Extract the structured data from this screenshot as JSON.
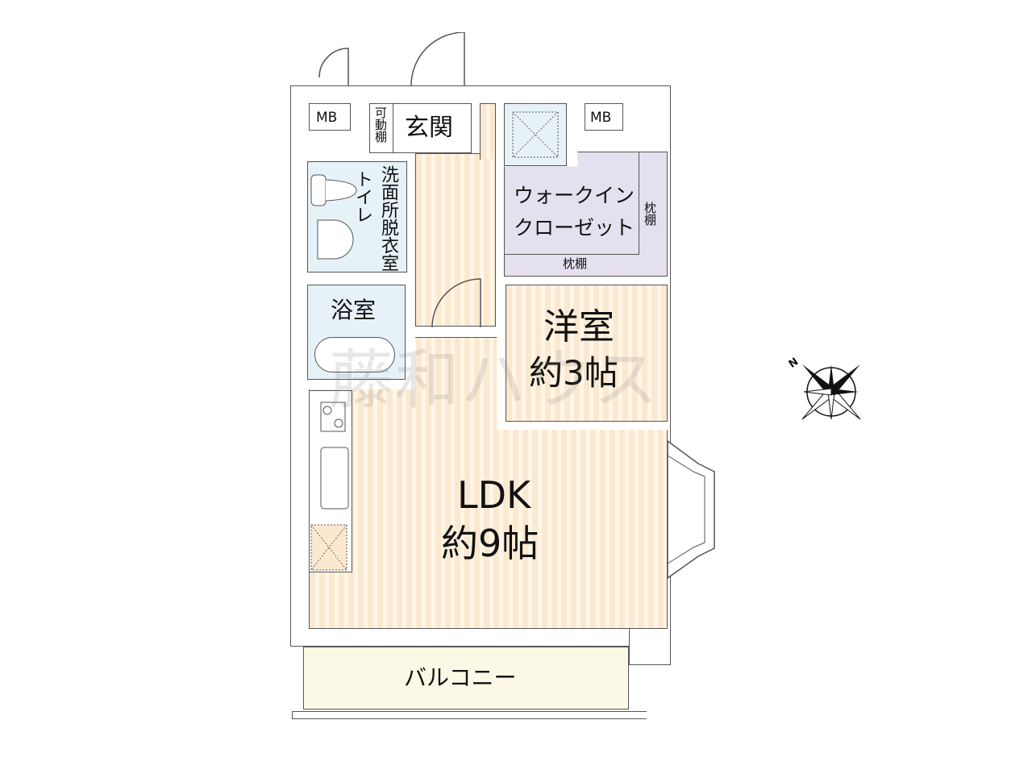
{
  "rooms": {
    "mb_left": "MB",
    "mb_right": "MB",
    "shelf_movable": "可動棚",
    "entrance": "玄関",
    "washroom": "洗面所脱衣室",
    "toilet": "トイレ",
    "bathroom": "浴室",
    "walkin_line1": "ウォークイン",
    "walkin_line2": "クローゼット",
    "pillow_shelf_side": "枕棚",
    "pillow_shelf_bottom": "枕棚",
    "western_room": "洋室",
    "western_size": "約3帖",
    "ldk": "LDK",
    "ldk_size": "約9帖",
    "balcony": "バルコニー"
  },
  "watermark": "藤和ハウス",
  "compass": {
    "label": "N"
  },
  "colors": {
    "floor": "#fbe9cf",
    "wet": "#e6f1f8",
    "closet": "#e4e0ef",
    "balcony": "#fbf9e6"
  }
}
